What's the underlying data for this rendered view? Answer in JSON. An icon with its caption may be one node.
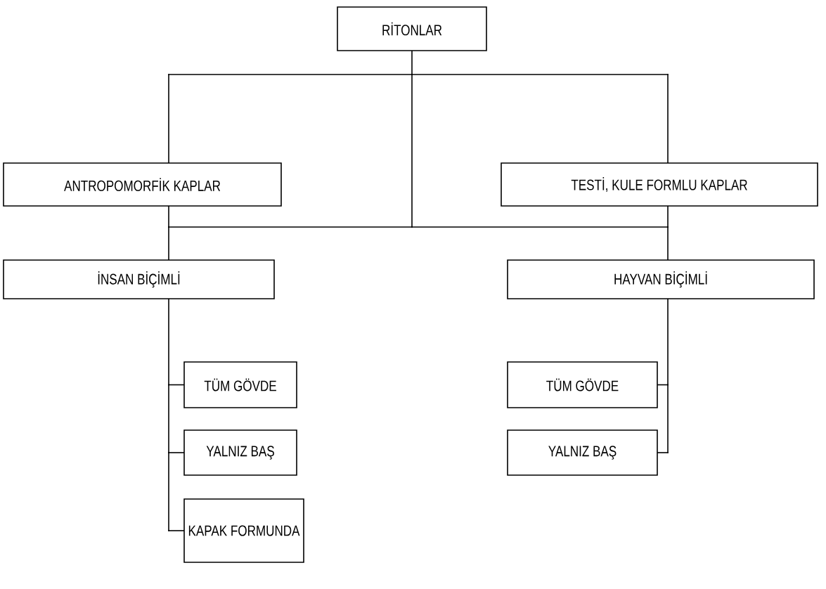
{
  "diagram": {
    "nodes": [
      {
        "text": [
          "RİTONLAR"
        ]
      },
      {
        "text": [
          "ANTROPOMORFİK KAPLAR"
        ]
      },
      {
        "text": [
          "TESTİ, KULE FORMLU KAPLAR"
        ]
      },
      {
        "text": [
          "İNSAN BİÇİMLİ"
        ]
      },
      {
        "text": [
          "HAYVAN BİÇİMLİ"
        ]
      },
      {
        "text": [
          "TÜM GÖVDE"
        ]
      },
      {
        "text": [
          "YALNIZ BAŞ"
        ]
      },
      {
        "text": [
          "KAPAK FORMUNDA"
        ]
      },
      {
        "text": [
          "TÜM GÖVDE"
        ]
      },
      {
        "text": [
          "YALNIZ BAŞ"
        ]
      }
    ],
    "edges": [
      {
        "from": 0,
        "to": 1,
        "arrow": "none"
      },
      {
        "from": 0,
        "to": 2,
        "arrow": "none"
      },
      {
        "from": 0,
        "to": 3,
        "arrow": "none"
      },
      {
        "from": 0,
        "to": 4,
        "arrow": "none"
      },
      {
        "from": 1,
        "to": 3,
        "arrow": "none"
      },
      {
        "from": 1,
        "to": 4,
        "arrow": "none"
      },
      {
        "from": 2,
        "to": 3,
        "arrow": "none"
      },
      {
        "from": 2,
        "to": 4,
        "arrow": "none"
      },
      {
        "from": 3,
        "to": 5,
        "arrow": "none"
      },
      {
        "from": 3,
        "to": 6,
        "arrow": "none"
      },
      {
        "from": 3,
        "to": 7,
        "arrow": "none"
      },
      {
        "from": 4,
        "to": 8,
        "arrow": "none"
      },
      {
        "from": 4,
        "to": 9,
        "arrow": "none"
      }
    ]
  }
}
